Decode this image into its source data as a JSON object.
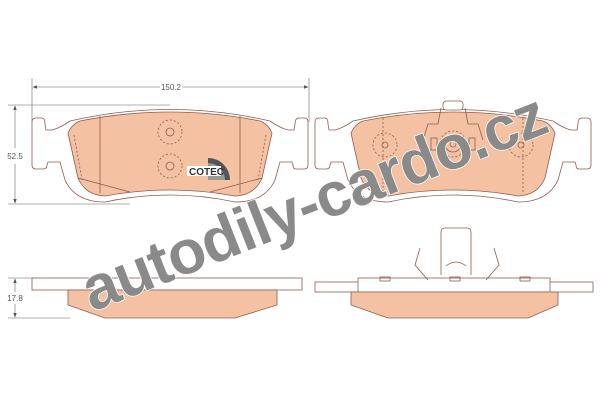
{
  "dimensions": {
    "width_label": "150.2",
    "height_label": "52.5",
    "thickness_label": "17.8"
  },
  "logo": {
    "text": "COTEC"
  },
  "watermark": {
    "text": "autodily-cardo.cz"
  },
  "colors": {
    "friction": "#f4c2a2",
    "outline": "#8c5e50",
    "dimension": "#666666",
    "watermark": "#8a8a8a"
  }
}
